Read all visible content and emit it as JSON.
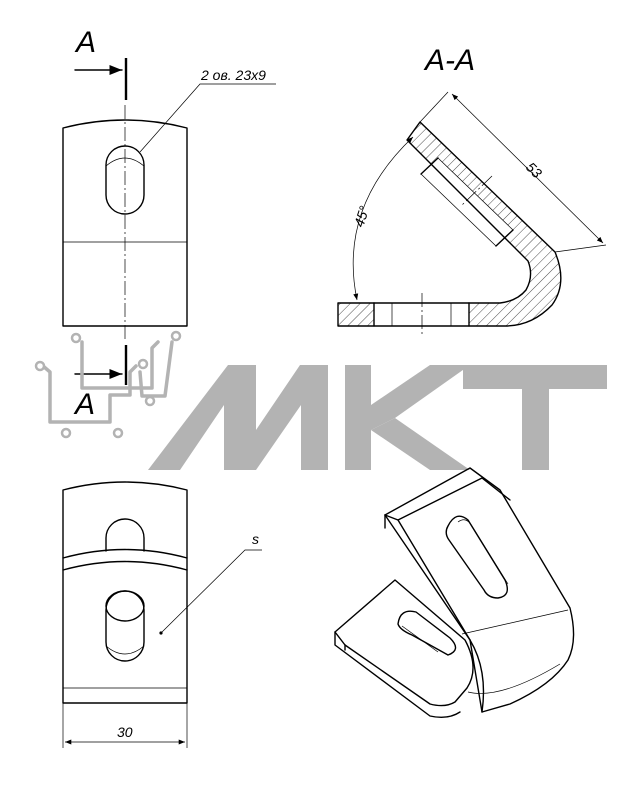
{
  "drawing": {
    "section_mark": "A",
    "section_mark_bottom": "A",
    "section_title": "A-A",
    "hole_note": "2 ов. 23х9",
    "dim_length": "53",
    "dim_angle": "45°",
    "dim_width": "30",
    "thickness_mark": "s"
  },
  "logo": {
    "text": "МКТ",
    "color": "#b3b3b3"
  }
}
